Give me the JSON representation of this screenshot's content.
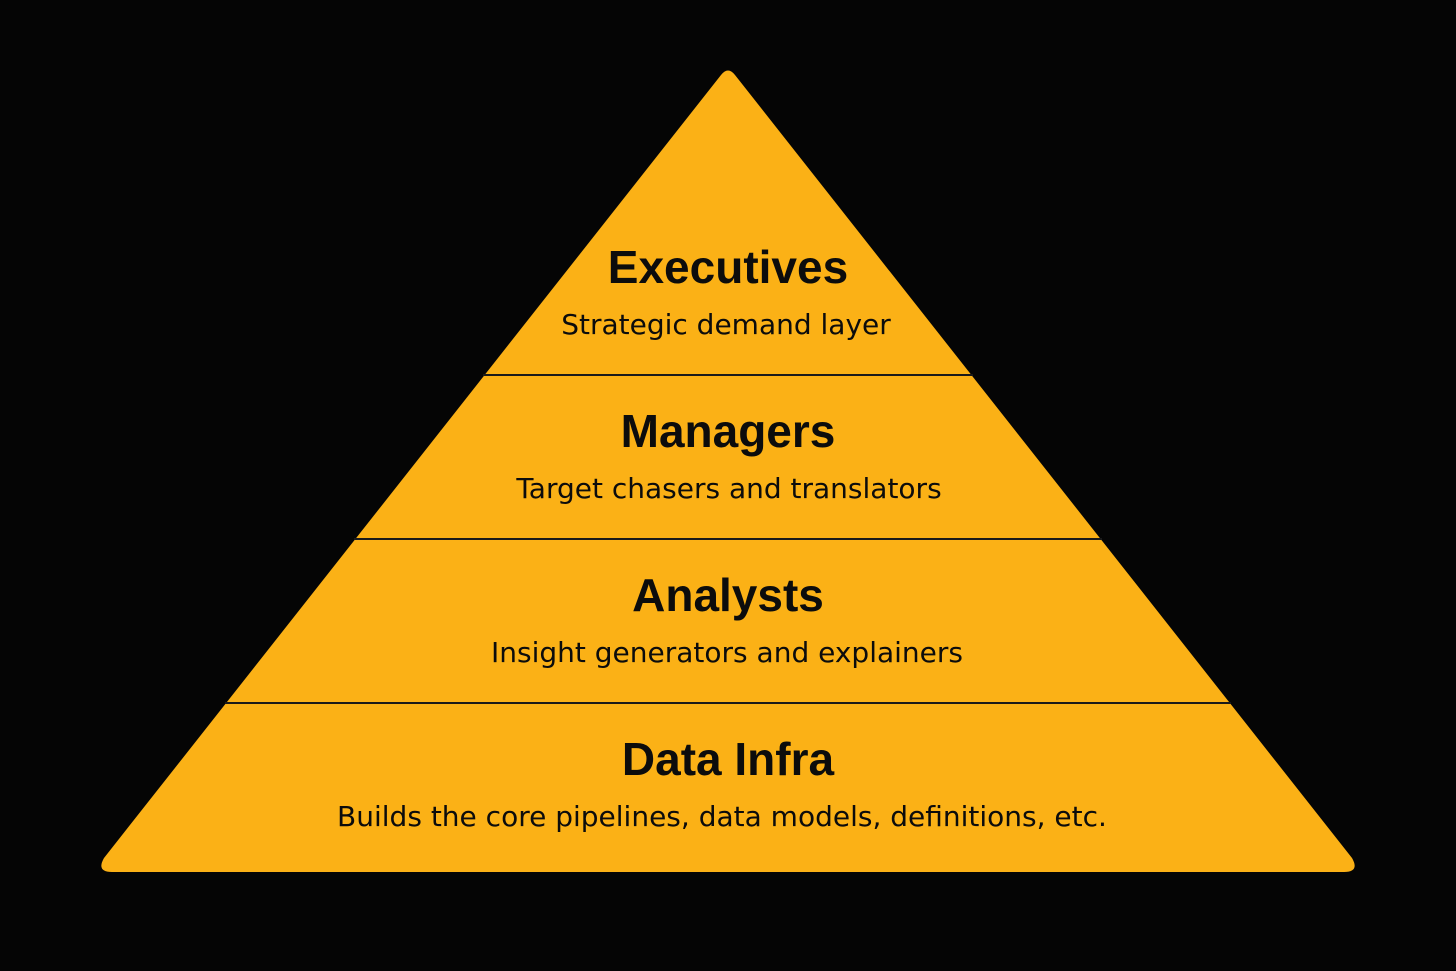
{
  "colors": {
    "background": "#050505",
    "pyramid_fill": "#FBB116",
    "divider": "#1a1a1a",
    "text": "#0c0c0c"
  },
  "tiers": [
    {
      "title": "Executives",
      "subtitle": "Strategic demand layer"
    },
    {
      "title": "Managers",
      "subtitle": "Target chasers and translators"
    },
    {
      "title": "Analysts",
      "subtitle": "Insight generators and explainers"
    },
    {
      "title": "Data Infra",
      "subtitle": "Builds the core pipelines, data models, definitions, etc."
    }
  ]
}
